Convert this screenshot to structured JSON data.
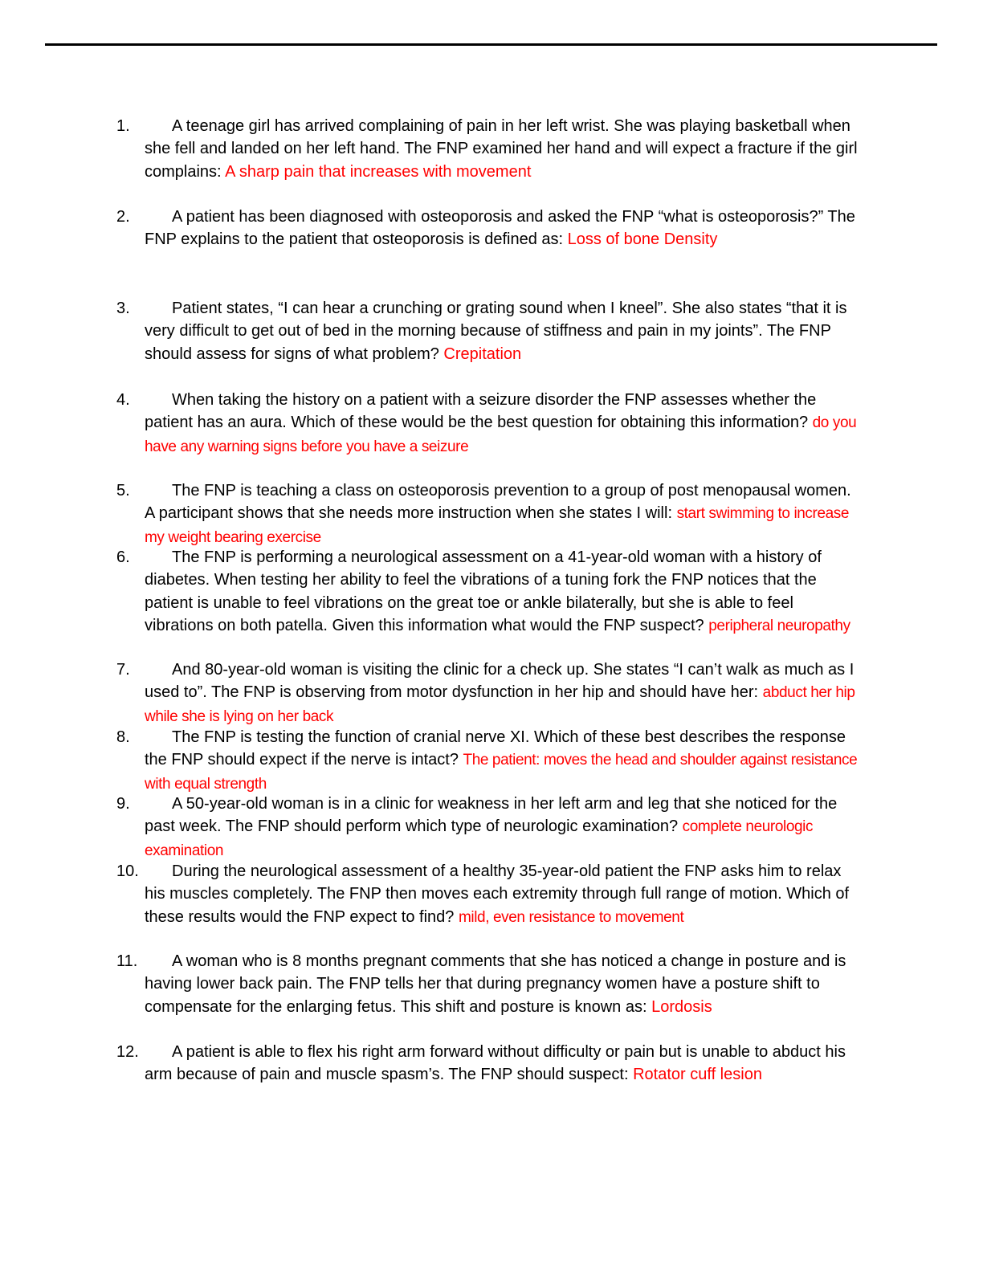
{
  "document": {
    "accent_color": "#ff0000",
    "questions": [
      {
        "number": "1.",
        "text": "A teenage girl has arrived complaining of pain in her left wrist. She was playing basketball when she fell and landed on her left hand. The FNP examined her hand and will expect a fracture if the girl complains: ",
        "answer": "A sharp pain that increases with movement"
      },
      {
        "number": "2.",
        "text": "A patient has been diagnosed with osteoporosis and asked the FNP “what is osteoporosis?” The FNP explains to the patient that osteoporosis is defined as: ",
        "answer": "Loss of bone Density"
      },
      {
        "number": "3.",
        "text": "Patient states, “I can hear a crunching or grating sound when I kneel”. She also states “that it is very difficult to get out of bed in the morning because of stiffness and pain in my joints”. The FNP should assess for signs of what problem? ",
        "answer": "Crepitation"
      },
      {
        "number": "4.",
        "text": "When taking the history on a patient with a seizure disorder the FNP assesses whether the patient has an aura. Which of these would be the best question for obtaining this information? ",
        "answer": "do you have any warning signs before you have a seizure"
      },
      {
        "number": "5.",
        "text": "The FNP is teaching a class on osteoporosis prevention to a group of post menopausal women. A participant shows that she needs more instruction when she states I will: ",
        "answer": "start swimming to increase my weight bearing exercise"
      },
      {
        "number": "6.",
        "text": "The FNP is performing a neurological assessment on a 41-year-old woman with a history of diabetes. When testing her ability to feel the vibrations of a tuning fork the FNP notices that the patient is unable to feel vibrations on the great toe or ankle bilaterally, but she is able to feel vibrations on both patella. Given this information what would the FNP suspect? ",
        "answer": "peripheral neuropathy"
      },
      {
        "number": "7.",
        "text": "And 80-year-old woman is visiting the clinic for a check up. She states “I can’t walk as much as I used to”. The FNP is observing from motor dysfunction in her hip and should have her: ",
        "answer": "abduct her hip while she is lying on her back"
      },
      {
        "number": "8.",
        "text": "The FNP is testing the function of cranial nerve XI. Which of these best describes the response the FNP should expect if the nerve is intact? ",
        "answer": "The patient: moves the head and shoulder against resistance with equal strength"
      },
      {
        "number": "9.",
        "text": "A 50-year-old woman is in a clinic for weakness in her left arm and leg that she noticed for the past week. The FNP should perform which type of neurologic examination? ",
        "answer": "complete neurologic examination"
      },
      {
        "number": "10.",
        "text": "During the neurological assessment of a healthy 35-year-old patient the FNP asks him to relax his muscles completely. The FNP then moves each extremity through full range of motion. Which of these results would the FNP expect to find? ",
        "answer": "mild, even resistance to movement"
      },
      {
        "number": "11.",
        "text": "A woman who is 8 months pregnant comments that she has noticed a change in posture and is having lower back pain. The FNP tells her that during pregnancy women have a posture shift to compensate for the enlarging fetus. This shift and posture is known as: ",
        "answer": "Lordosis"
      },
      {
        "number": "12.",
        "text": "A patient is able to flex his right arm forward without difficulty or pain but is unable to abduct his arm because of pain and muscle spasm’s. The FNP should suspect: ",
        "answer": "Rotator cuff lesion"
      }
    ]
  }
}
